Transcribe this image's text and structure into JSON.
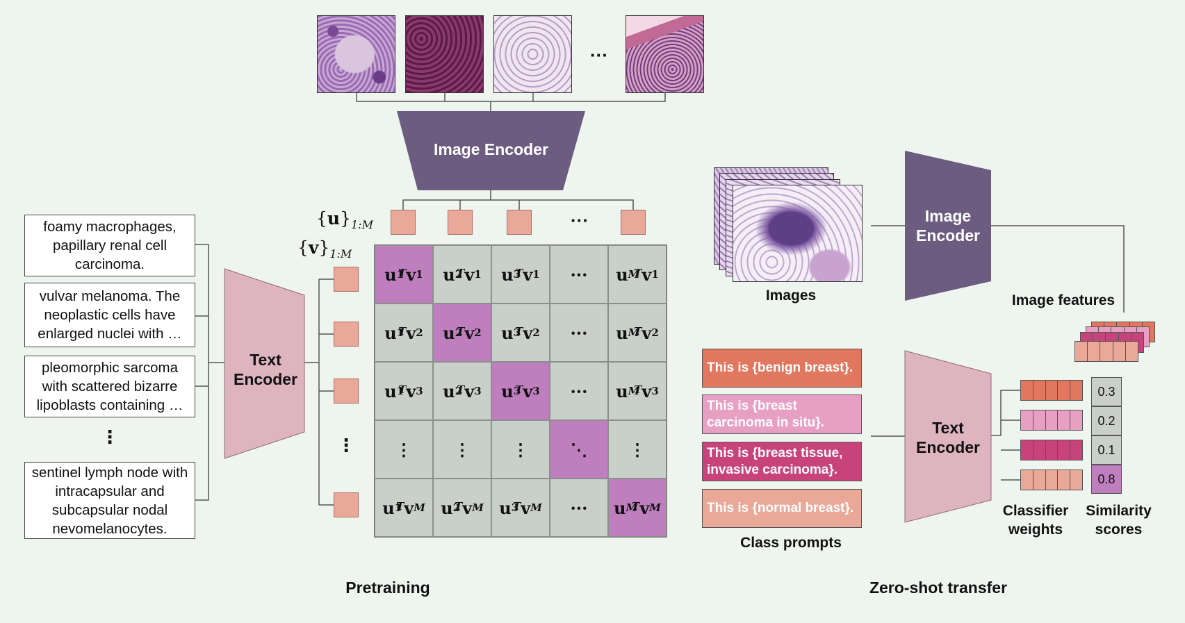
{
  "pretraining": {
    "caption": "Pretraining",
    "patches_ellipsis": "···",
    "image_encoder_label": "Image Encoder",
    "text_encoder_label": "Text Encoder",
    "u_set_label": "u",
    "u_set_subscript": "1:M",
    "v_set_label": "v",
    "v_set_subscript": "1:M",
    "u_ellipsis": "···",
    "v_ellipsis": "⋮",
    "texts": [
      "foamy macrophages, papillary renal cell carcinoma.",
      "vulvar melanoma. The neoplastic cells have enlarged nuclei with …",
      "pleomorphic sarcoma with scattered bizarre lipoblasts containing …",
      "sentinel lymph node with intracapsular and subcapsular nodal nevomelanocytes."
    ],
    "texts_ellipsis": "⋮",
    "matrix": {
      "col_subs": [
        "1",
        "2",
        "3",
        "…",
        "M"
      ],
      "row_subs": [
        "1",
        "2",
        "3",
        "⋮",
        "M"
      ],
      "diagonal_dots": "⋱",
      "h_dots": "···",
      "v_dots": "⋮"
    }
  },
  "zero_shot": {
    "caption": "Zero-shot transfer",
    "images_label": "Images",
    "image_encoder_label": "Image Encoder",
    "image_features_label": "Image features",
    "text_encoder_label": "Text Encoder",
    "class_prompts_label": "Class prompts",
    "classifier_weights_label": "Classifier weights",
    "similarity_scores_label": "Similarity scores",
    "prompts": [
      {
        "text": "This is {benign breast}.",
        "color": "#e0775e"
      },
      {
        "text": "This is {breast carcinoma in situ}.",
        "color": "#e7a0c4"
      },
      {
        "text": "This is {breast tissue, invasive carcinoma}.",
        "color": "#c8437c"
      },
      {
        "text": "This is {normal breast}.",
        "color": "#e9a898"
      }
    ],
    "scores": [
      "0.3",
      "0.2",
      "0.1",
      "0.8"
    ],
    "highlighted_score_index": 3
  },
  "colors": {
    "background": "#eef5ef",
    "image_encoder": "#6b5c80",
    "text_encoder": "#deb4c0",
    "embedding": "#e9a898",
    "matrix_off": "#c9cfc9",
    "matrix_on": "#bf7fbf"
  }
}
